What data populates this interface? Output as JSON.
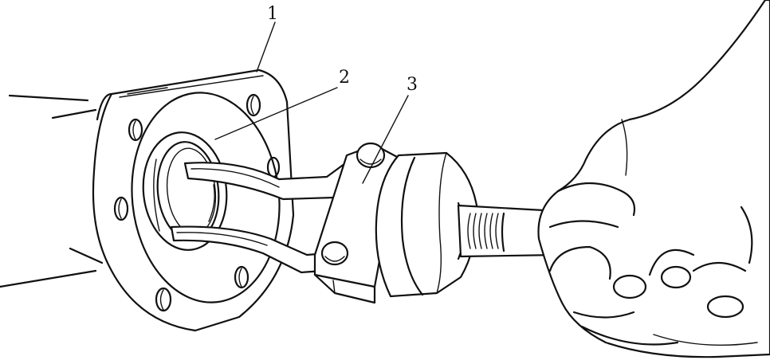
{
  "labels": [
    {
      "id": "1",
      "text": "1"
    },
    {
      "id": "2",
      "text": "2"
    },
    {
      "id": "3",
      "text": "3"
    }
  ],
  "colors": {
    "ink": "#111111",
    "paper": "#ffffff"
  }
}
